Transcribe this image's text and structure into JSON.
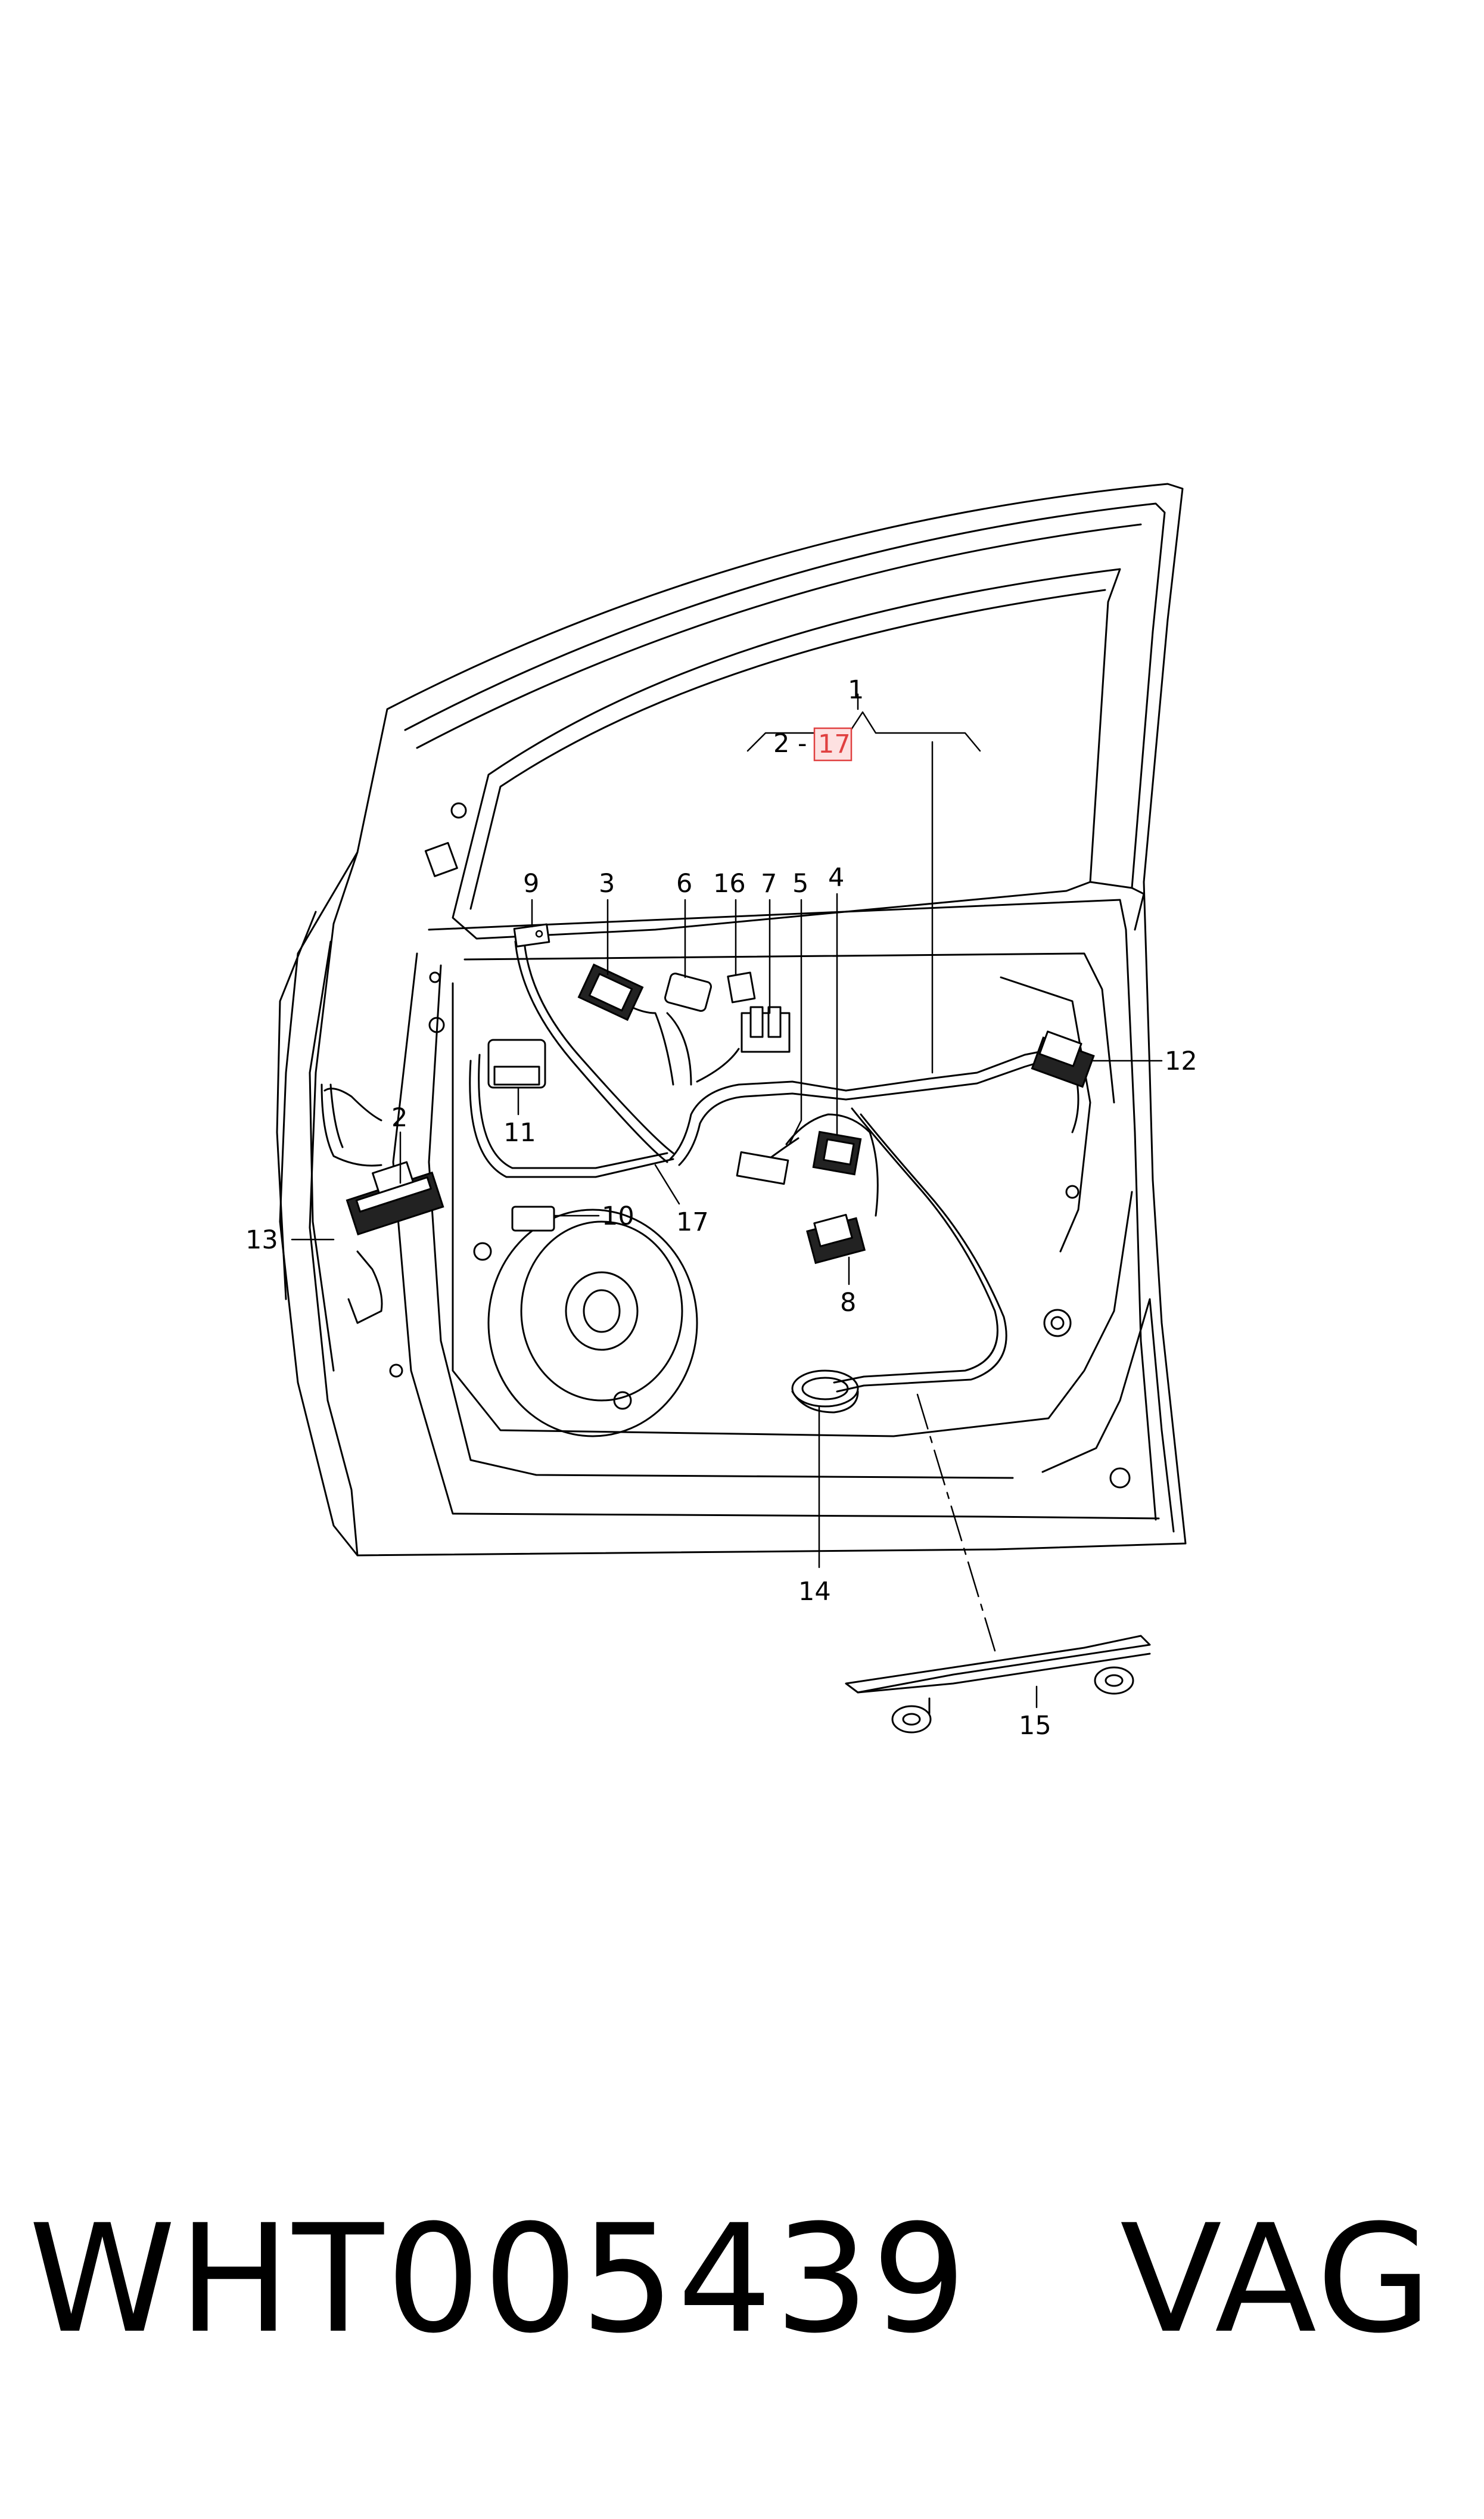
{
  "diagram": {
    "callouts": {
      "c1": "1",
      "range_from": "2 -",
      "range_to": "17",
      "c2": "2",
      "c3": "3",
      "c4": "4",
      "c5": "5",
      "c6": "6",
      "c7": "7",
      "c8": "8",
      "c9": "9",
      "c10": "10",
      "c11": "11",
      "c12": "12",
      "c13": "13",
      "c14": "14",
      "c15": "15",
      "c16": "16",
      "c17": "17"
    },
    "highlight_color": "#e04040"
  },
  "footer": {
    "code": "WHT005439",
    "brand": "VAG"
  }
}
